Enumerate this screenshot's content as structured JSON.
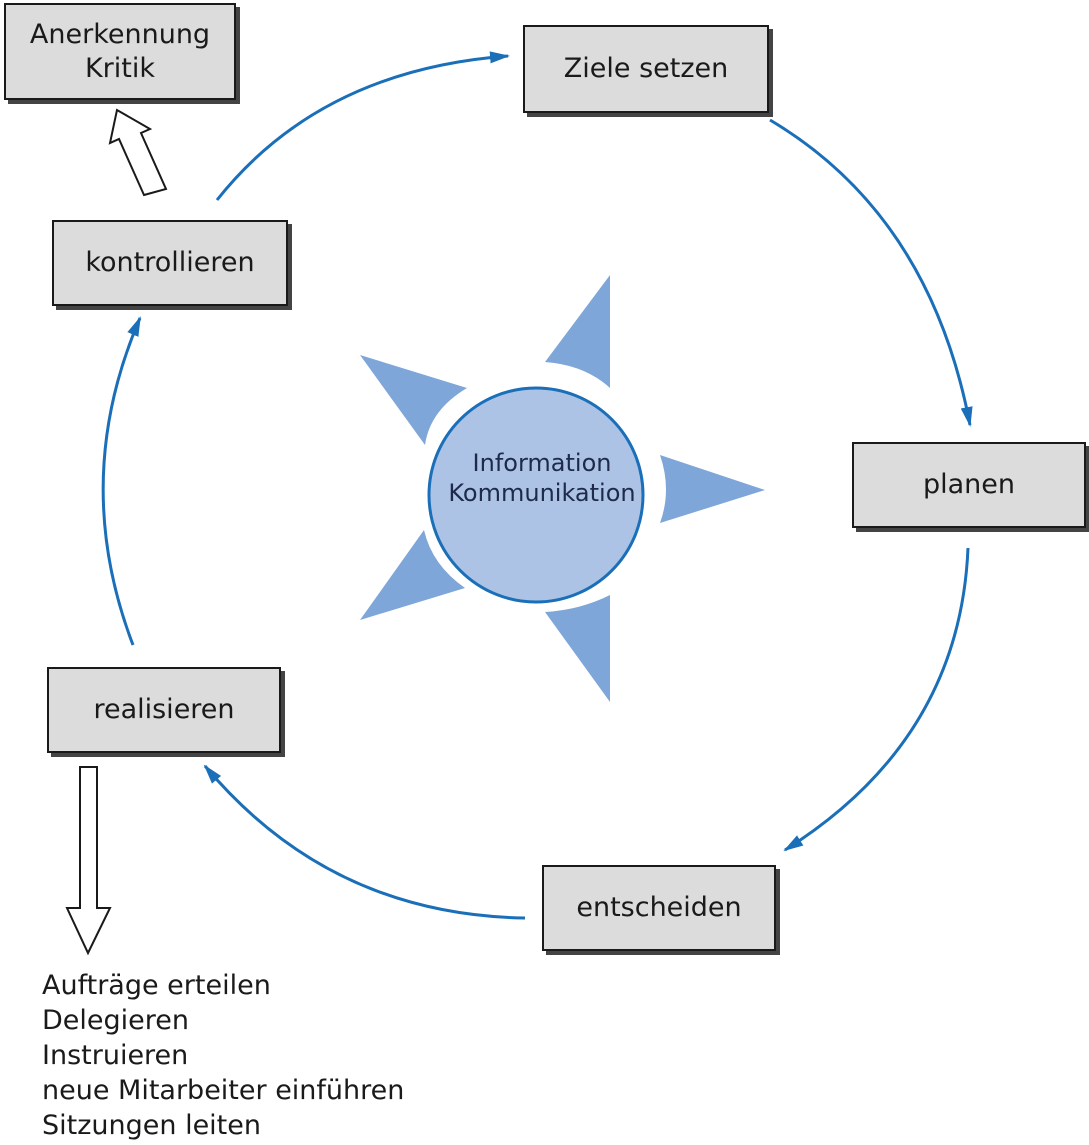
{
  "colors": {
    "arrow": "#1a6fb8",
    "box_fill": "#dcdcdc",
    "circle_fill": "#adc3e6",
    "circle_stroke": "#1a6fb8",
    "ray_fill": "#7ea6d9"
  },
  "boxes": {
    "recognition": [
      "Anerkennung",
      "Kritik"
    ],
    "set_goals": "Ziele setzen",
    "plan": "planen",
    "decide": "entscheiden",
    "realize": "realisieren",
    "control": "kontrollieren"
  },
  "center": {
    "line1": "Information",
    "line2": "Kommunikation"
  },
  "tasks": [
    "Aufträge erteilen",
    "Delegieren",
    "Instruieren",
    "neue Mitarbeiter einführen",
    "Sitzungen leiten"
  ]
}
